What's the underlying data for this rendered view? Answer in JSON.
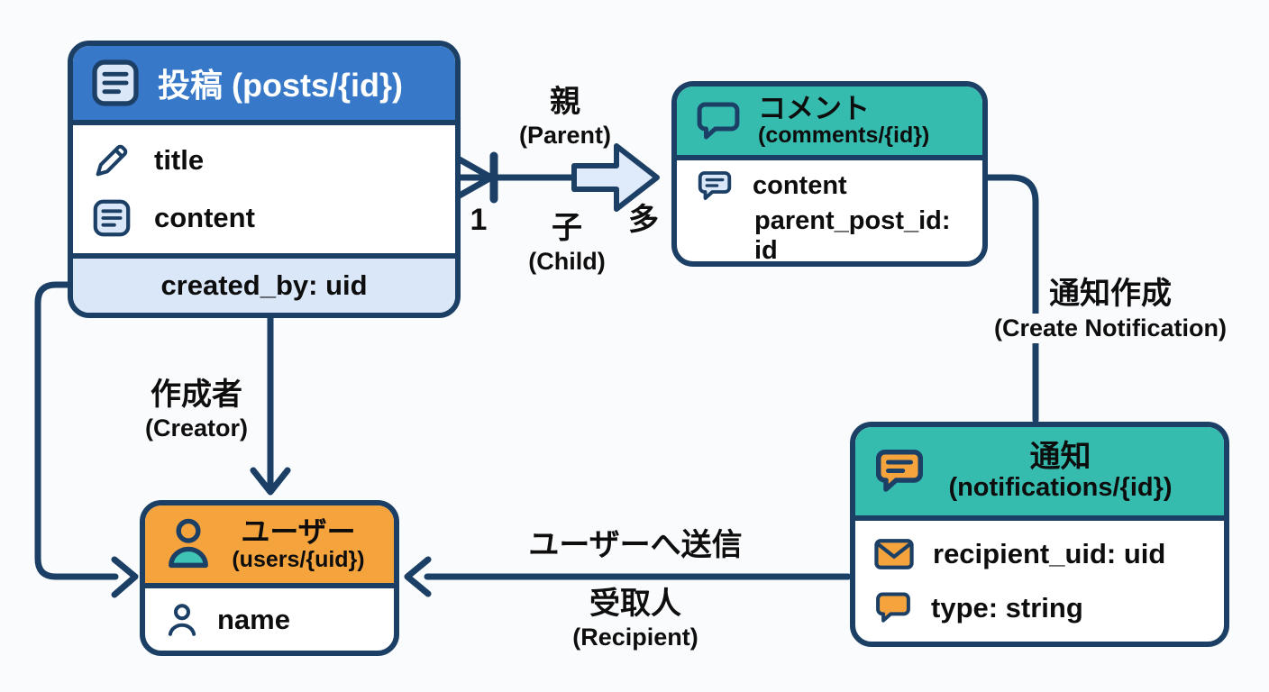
{
  "diagram_type": "entity-relationship",
  "colors": {
    "background": "#fafbfc",
    "outline_navy": "#1c3f66",
    "posts_header_blue": "#3779c8",
    "teal_header": "#35bcae",
    "users_header_orange": "#f5a43d",
    "light_blue_fill": "#d9e7f8",
    "block_arrow_fill": "#dfeafa",
    "text_dark": "#0d0d0d",
    "header_text_white": "#ffffff"
  },
  "entities": {
    "posts": {
      "title": "投稿 (posts/{id})",
      "header_icon": "document-lines-icon",
      "fields": [
        {
          "icon": "pencil-icon",
          "label": "title"
        },
        {
          "icon": "document-lines-icon",
          "label": "content"
        }
      ],
      "key_field": "created_by: uid"
    },
    "comments": {
      "title": "コメント",
      "subtitle": "(comments/{id})",
      "header_icon": "speech-bubble-icon",
      "fields": [
        {
          "icon": "speech-bubble-lines-icon",
          "label": "content"
        },
        {
          "icon": "",
          "label": "parent_post_id: id"
        }
      ]
    },
    "users": {
      "title": "ユーザー",
      "subtitle": "(users/{uid})",
      "header_icon": "person-icon",
      "fields": [
        {
          "icon": "person-outline-icon",
          "label": "name"
        }
      ]
    },
    "notifications": {
      "title": "通知",
      "subtitle": "(notifications/{id})",
      "header_icon": "speech-bubble-lines-icon",
      "fields": [
        {
          "icon": "envelope-icon",
          "label": "recipient_uid: uid"
        },
        {
          "icon": "speech-bubble-icon",
          "label": "type: string"
        }
      ]
    }
  },
  "relationships": {
    "parent_child": {
      "from": "posts",
      "to": "comments",
      "parent_jp": "親",
      "parent_en": "(Parent)",
      "child_jp": "子",
      "child_en": "(Child)",
      "cardinality_one": "1",
      "cardinality_many": "多"
    },
    "creator": {
      "from": "posts",
      "to": "users",
      "jp": "作成者",
      "en": "(Creator)"
    },
    "create_notification": {
      "from": "comments",
      "to": "notifications",
      "jp": "通知作成",
      "en": "(Create Notification)"
    },
    "send_to_user": {
      "from": "notifications",
      "to": "users",
      "jp": "ユーザーへ送信",
      "recipient_jp": "受取人",
      "recipient_en": "(Recipient)"
    }
  }
}
